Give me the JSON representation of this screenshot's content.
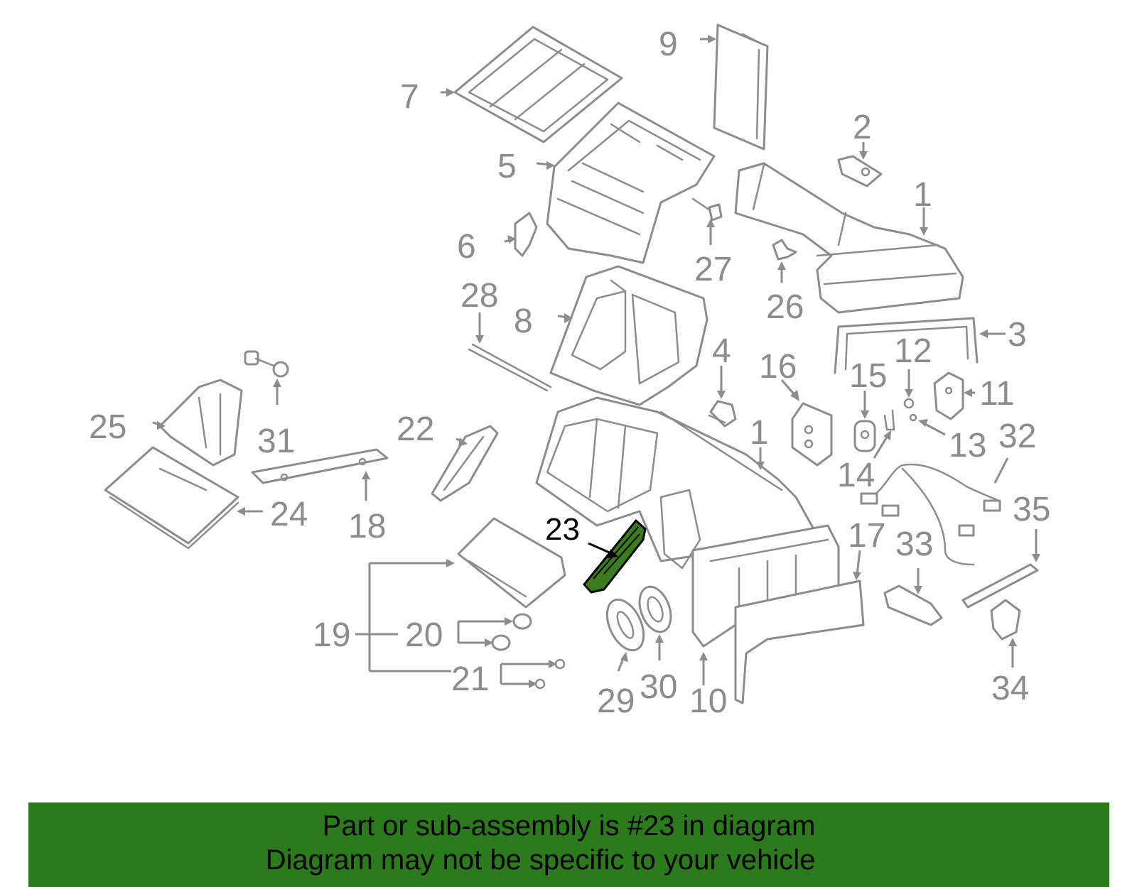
{
  "diagram": {
    "highlight_callout": "23",
    "callouts": {
      "c1a": "1",
      "c1b": "1",
      "c2": "2",
      "c3": "3",
      "c4": "4",
      "c5": "5",
      "c6": "6",
      "c7": "7",
      "c8": "8",
      "c9": "9",
      "c10": "10",
      "c11": "11",
      "c12": "12",
      "c13": "13",
      "c14": "14",
      "c15": "15",
      "c16": "16",
      "c17": "17",
      "c18": "18",
      "c19": "19",
      "c20": "20",
      "c21": "21",
      "c22": "22",
      "c24": "24",
      "c25": "25",
      "c26": "26",
      "c27": "27",
      "c28": "28",
      "c29": "29",
      "c30": "30",
      "c31": "31",
      "c32": "32",
      "c33": "33",
      "c34": "34",
      "c35": "35"
    },
    "colors": {
      "line": "#8c8c8c",
      "highlight": "#3a7d1e",
      "banner": "#2b7a1b"
    }
  },
  "banner": {
    "line1": "Part or sub-assembly is #23 in diagram",
    "line2": "Diagram may not be specific to your vehicle"
  }
}
